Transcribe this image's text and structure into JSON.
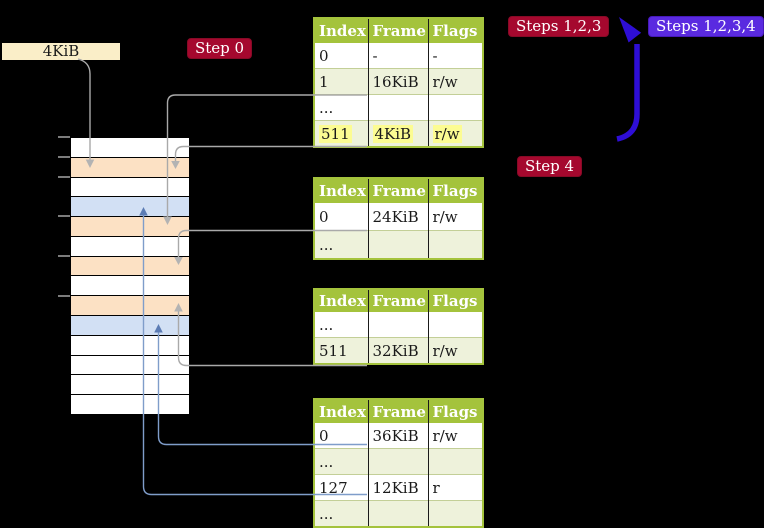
{
  "frame_size_label": "4KiB",
  "badges": {
    "step0": "Step 0",
    "steps123": "Steps 1,2,3",
    "steps1234": "Steps 1,2,3,4",
    "step4": "Step 4"
  },
  "table_headers": [
    "Index",
    "Frame",
    "Flags"
  ],
  "tables": {
    "level4": {
      "rows": [
        {
          "cells": [
            "0",
            "-",
            "-"
          ]
        },
        {
          "cells": [
            "1",
            "16KiB",
            "r/w"
          ]
        },
        {
          "cells": [
            "...",
            "",
            ""
          ]
        },
        {
          "cells": [
            "511",
            "4KiB",
            "r/w"
          ],
          "highlighted": true
        }
      ]
    },
    "level3": {
      "rows": [
        {
          "cells": [
            "0",
            "24KiB",
            "r/w"
          ]
        },
        {
          "cells": [
            "...",
            "",
            ""
          ]
        }
      ]
    },
    "level2": {
      "rows": [
        {
          "cells": [
            "...",
            "",
            ""
          ]
        },
        {
          "cells": [
            "511",
            "32KiB",
            "r/w"
          ]
        }
      ]
    },
    "level1": {
      "rows": [
        {
          "cells": [
            "0",
            "36KiB",
            "r/w"
          ]
        },
        {
          "cells": [
            "...",
            "",
            ""
          ]
        },
        {
          "cells": [
            "127",
            "12KiB",
            "r"
          ]
        },
        {
          "cells": [
            "...",
            "",
            ""
          ]
        }
      ]
    }
  },
  "memory_rows": [
    "free",
    "table",
    "free",
    "page",
    "table",
    "free",
    "table",
    "free",
    "table",
    "page",
    "free",
    "free",
    "free",
    "free"
  ],
  "colors": {
    "table_header_green": "#a4c33c",
    "table_row_green": "#eef2db",
    "highlight_yellow": "#fcfc92",
    "page_table_orange": "#fce1c4",
    "mapped_page_blue": "#d2e0f4",
    "label_cream": "#faeec8",
    "step_red": "#a5082e",
    "steps_violet": "#5a2ae0",
    "loop_arrow_blue": "#2e0ed6",
    "connector_gray": "#a9a9a9",
    "connector_blue": "#7f9dca"
  }
}
